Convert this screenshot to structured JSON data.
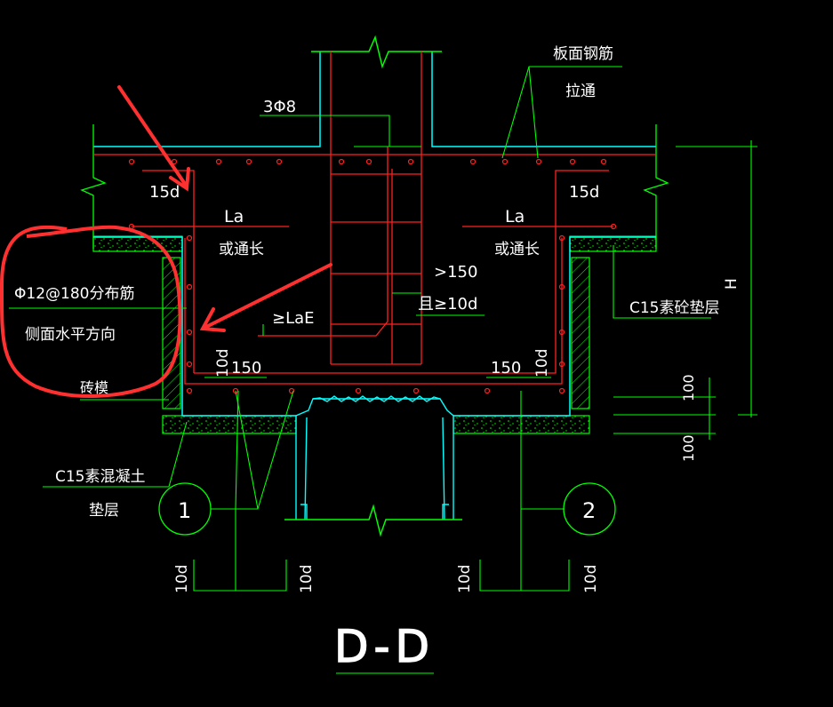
{
  "drawing": {
    "title": "D-D",
    "colors": {
      "background": "#000000",
      "rebar": "#ff2020",
      "outline": "#00ff00",
      "concrete_edge": "#00ffff",
      "text": "#ffffff",
      "annotation": "#ff3030",
      "hatch": "#00ff00"
    },
    "labels": {
      "top_rebar": "板面钢筋",
      "through": "拉通",
      "stirrup": "3Φ8",
      "hook_left": "15d",
      "hook_right": "15d",
      "la_left": "La",
      "la_left_or": "或通长",
      "la_right": "La",
      "la_right_or": "或通长",
      "gt150": ">150",
      "ge10d": "且≥10d",
      "lae": "≥LaE",
      "distribution_bar": "Φ12@180分布筋",
      "side_horizontal": "侧面水平方向",
      "brick_mold": "砖模",
      "c15_cushion": "C15素砼垫层",
      "h_dim": "H",
      "dim_150_left": "150",
      "dim_150_right": "150",
      "dim_10d_left": "10d",
      "dim_10d_right": "10d",
      "dim_100_upper": "100",
      "dim_100_lower": "100",
      "c15_concrete": "C15素混凝土",
      "cushion_layer": "垫层",
      "bar_mark_1": "1",
      "bar_mark_2": "2",
      "bar1_left_hook": "10d",
      "bar1_right_hook": "10d",
      "bar2_left_hook": "10d",
      "bar2_right_hook": "10d"
    }
  }
}
